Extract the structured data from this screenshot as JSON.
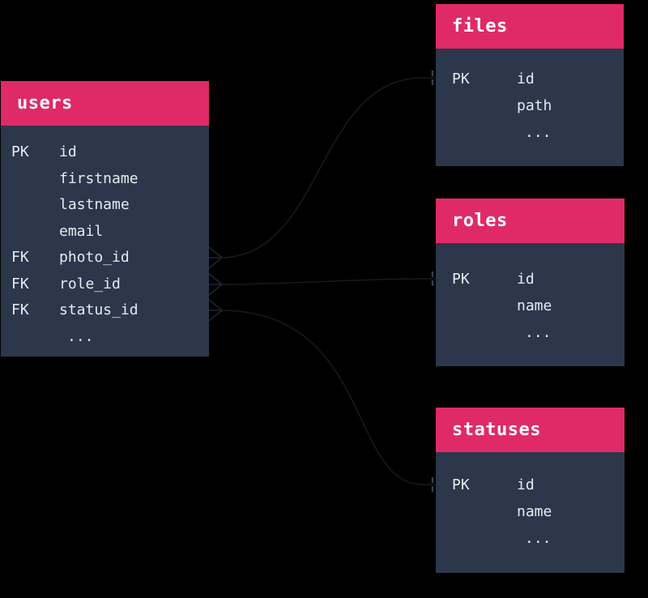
{
  "colors": {
    "background": "#000000",
    "header_accent": "#e02a67",
    "table_body": "#2c374b",
    "title_text": "#ffffff",
    "row_text": "#e6eaf1",
    "relation_line": "#151a23",
    "crow_foot": "#1e2533",
    "one_marker": "#333e52"
  },
  "tables": {
    "users": {
      "title": "users",
      "rows": [
        {
          "key": "PK",
          "name": "id"
        },
        {
          "key": "",
          "name": "firstname"
        },
        {
          "key": "",
          "name": "lastname"
        },
        {
          "key": "",
          "name": "email"
        },
        {
          "key": "FK",
          "name": "photo_id"
        },
        {
          "key": "FK",
          "name": "role_id"
        },
        {
          "key": "FK",
          "name": "status_id"
        },
        {
          "key": "",
          "name": "..."
        }
      ]
    },
    "files": {
      "title": "files",
      "rows": [
        {
          "key": "PK",
          "name": "id"
        },
        {
          "key": "",
          "name": "path"
        },
        {
          "key": "",
          "name": "..."
        }
      ]
    },
    "roles": {
      "title": "roles",
      "rows": [
        {
          "key": "PK",
          "name": "id"
        },
        {
          "key": "",
          "name": "name"
        },
        {
          "key": "",
          "name": "..."
        }
      ]
    },
    "statuses": {
      "title": "statuses",
      "rows": [
        {
          "key": "PK",
          "name": "id"
        },
        {
          "key": "",
          "name": "name"
        },
        {
          "key": "",
          "name": "..."
        }
      ]
    }
  },
  "relations": [
    {
      "from_table": "users",
      "from_field": "photo_id",
      "to_table": "files",
      "to_field": "id",
      "cardinality": "many-to-one"
    },
    {
      "from_table": "users",
      "from_field": "role_id",
      "to_table": "roles",
      "to_field": "id",
      "cardinality": "many-to-one"
    },
    {
      "from_table": "users",
      "from_field": "status_id",
      "to_table": "statuses",
      "to_field": "id",
      "cardinality": "many-to-one"
    }
  ]
}
